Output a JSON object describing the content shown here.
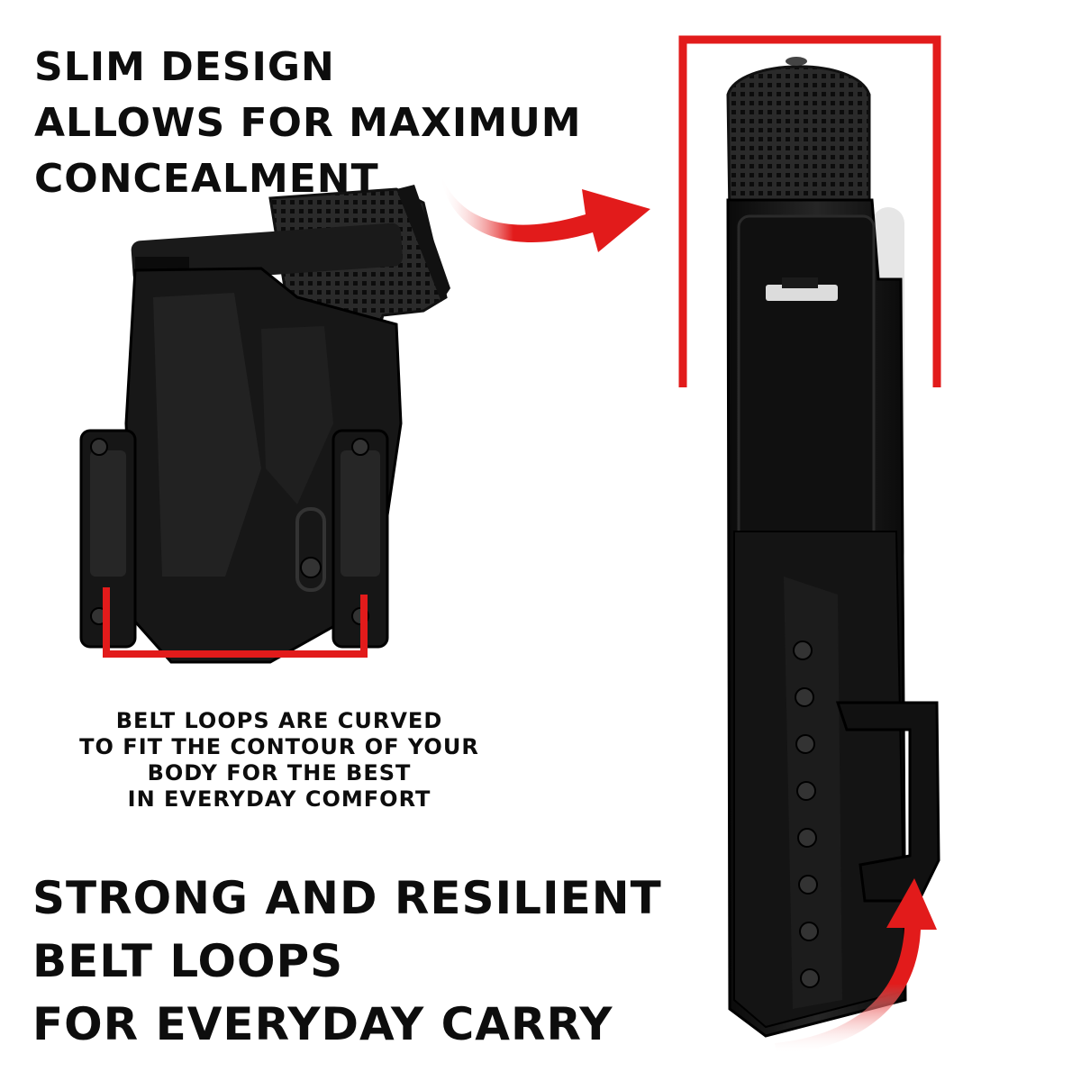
{
  "headlines": {
    "slim_design": [
      "SLIM DESIGN",
      "ALLOWS FOR MAXIMUM",
      "CONCEALMENT"
    ],
    "belt_loops_caption": [
      "BELT LOOPS ARE CURVED",
      "TO FIT THE CONTOUR OF YOUR",
      "BODY FOR THE BEST",
      "IN EVERYDAY COMFORT"
    ],
    "strong_resilient": [
      "STRONG AND RESILIENT",
      "BELT LOOPS",
      "FOR EVERYDAY CARRY"
    ]
  },
  "colors": {
    "accent_red": "#e21b1b",
    "holster_black": "#151515",
    "text": "#0d0d0d"
  },
  "icons": {
    "top_arrow": "curved-arrow-right-icon",
    "bottom_arrow": "curved-arrow-up-icon"
  }
}
